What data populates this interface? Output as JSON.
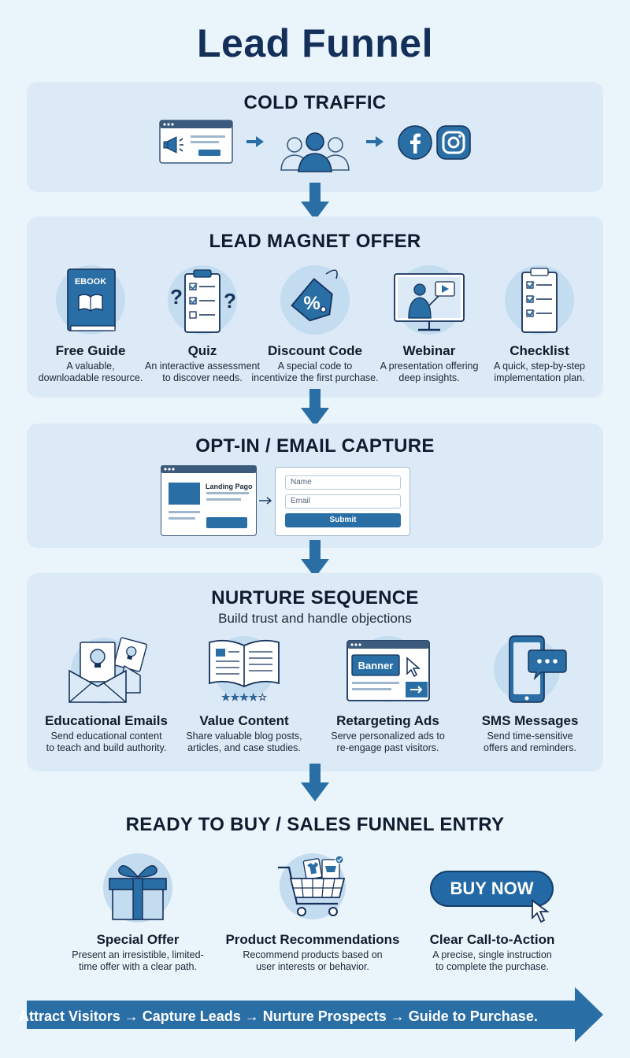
{
  "title": "Lead Funnel",
  "stages": {
    "cold_traffic": {
      "title": "COLD TRAFFIC"
    },
    "lead_magnet": {
      "title": "LEAD MAGNET OFFER",
      "ebook_label": "EBOOK",
      "items": [
        {
          "name": "Free Guide",
          "desc1": "A valuable,",
          "desc2": "downloadable resource.",
          "icon": "ebook-icon"
        },
        {
          "name": "Quiz",
          "desc1": "An interactive assessment",
          "desc2": "to discover needs.",
          "icon": "quiz-clipboard-icon"
        },
        {
          "name": "Discount Code",
          "desc1": "A special code to",
          "desc2": "incentivize the first purchase.",
          "icon": "discount-tag-icon"
        },
        {
          "name": "Webinar",
          "desc1": "A presentation offering",
          "desc2": "deep insights.",
          "icon": "webinar-icon"
        },
        {
          "name": "Checklist",
          "desc1": "A quick, step-by-step",
          "desc2": "implementation plan.",
          "icon": "checklist-icon"
        }
      ]
    },
    "opt_in": {
      "title": "OPT-IN / EMAIL CAPTURE",
      "landing_page_label": "Landing Pago",
      "name_placeholder": "Name",
      "email_placeholder": "Email",
      "submit_label": "Submit"
    },
    "nurture": {
      "title": "NURTURE SEQUENCE",
      "subtitle": "Build trust and handle objections",
      "banner_label": "Banner",
      "items": [
        {
          "name": "Educational Emails",
          "desc1": "Send educational content",
          "desc2": "to teach and build authority.",
          "icon": "email-lightbulb-icon"
        },
        {
          "name": "Value Content",
          "desc1": "Share valuable blog posts,",
          "desc2": "articles, and case studies.",
          "icon": "open-book-icon"
        },
        {
          "name": "Retargeting Ads",
          "desc1": "Serve personalized ads to",
          "desc2": "re-engage past visitors.",
          "icon": "banner-ad-icon"
        },
        {
          "name": "SMS Messages",
          "desc1": "Send time-sensitive",
          "desc2": "offers and reminders.",
          "icon": "smartphone-chat-icon"
        }
      ]
    },
    "ready_to_buy": {
      "title": "READY TO BUY / SALES FUNNEL ENTRY",
      "buy_now_label": "BUY NOW",
      "items": [
        {
          "name": "Special Offer",
          "desc1": "Present an irresistible, limited-",
          "desc2": "time offer with a clear path.",
          "icon": "gift-icon"
        },
        {
          "name": "Product Recommendations",
          "desc1": "Recommend products based on",
          "desc2": "user interests or behavior.",
          "icon": "shopping-cart-icon"
        },
        {
          "name": "Clear Call-to-Action",
          "desc1": "A precise, single instruction",
          "desc2": "to complete the purchase.",
          "icon": "buy-now-button-icon"
        }
      ]
    }
  },
  "flow_bar": "Attract Visitors → Capture Leads → Nurture Prospects → Guide to Purchase.",
  "colors": {
    "primary": "#2a6ea6",
    "dark": "#14305a",
    "panel": "#dbeaf6",
    "background": "#eaf4fb",
    "icon_circle": "#c4dcf0"
  }
}
